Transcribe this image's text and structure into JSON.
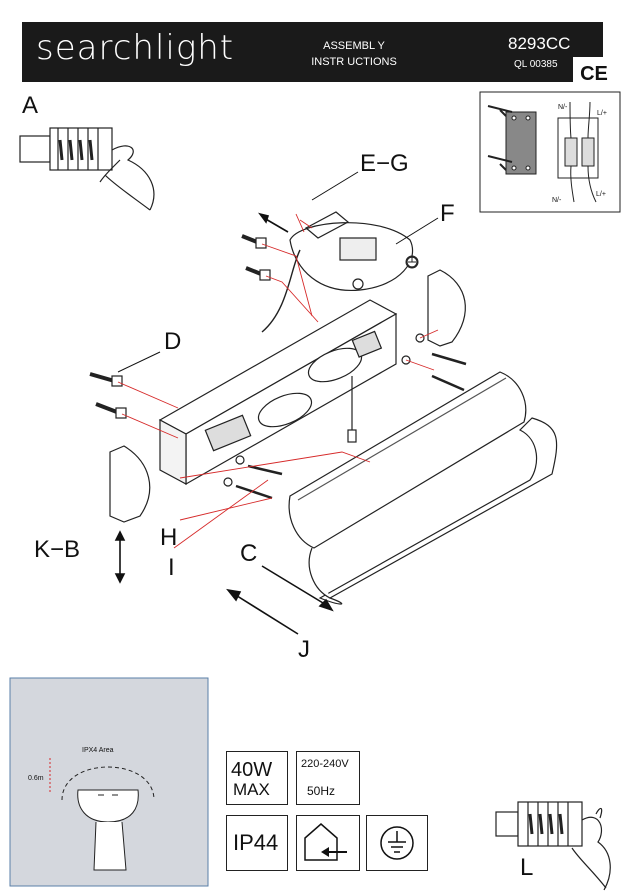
{
  "header": {
    "brand": "searchlight",
    "assembly_line1": "ASSEMBL Y",
    "assembly_line2": "INSTR UCTIONS",
    "model": "8293CC",
    "ql_code": "QL 00385",
    "ce_mark": "CE"
  },
  "step_labels": {
    "a": "A",
    "eg": "E−G",
    "f": "F",
    "d": "D",
    "kb": "K−B",
    "h": "H",
    "i": "I",
    "c": "C",
    "j": "J",
    "l": "L"
  },
  "wiring_inset": {
    "n_top": "N/-",
    "l_top": "L/+",
    "n_bottom": "N/-",
    "l_bottom": "L/+"
  },
  "ipx_zone": {
    "area_label": "IPX4 Area",
    "height_label": "0.6m"
  },
  "specs": {
    "wattage": "40W",
    "wattage_suffix": "MAX",
    "voltage": "220-240V",
    "frequency": "50Hz",
    "ip_rating": "IP44"
  },
  "icons": [
    "ce-mark-icon",
    "indoor-use-icon",
    "earth-ground-icon",
    "wiring-hand-icon"
  ]
}
